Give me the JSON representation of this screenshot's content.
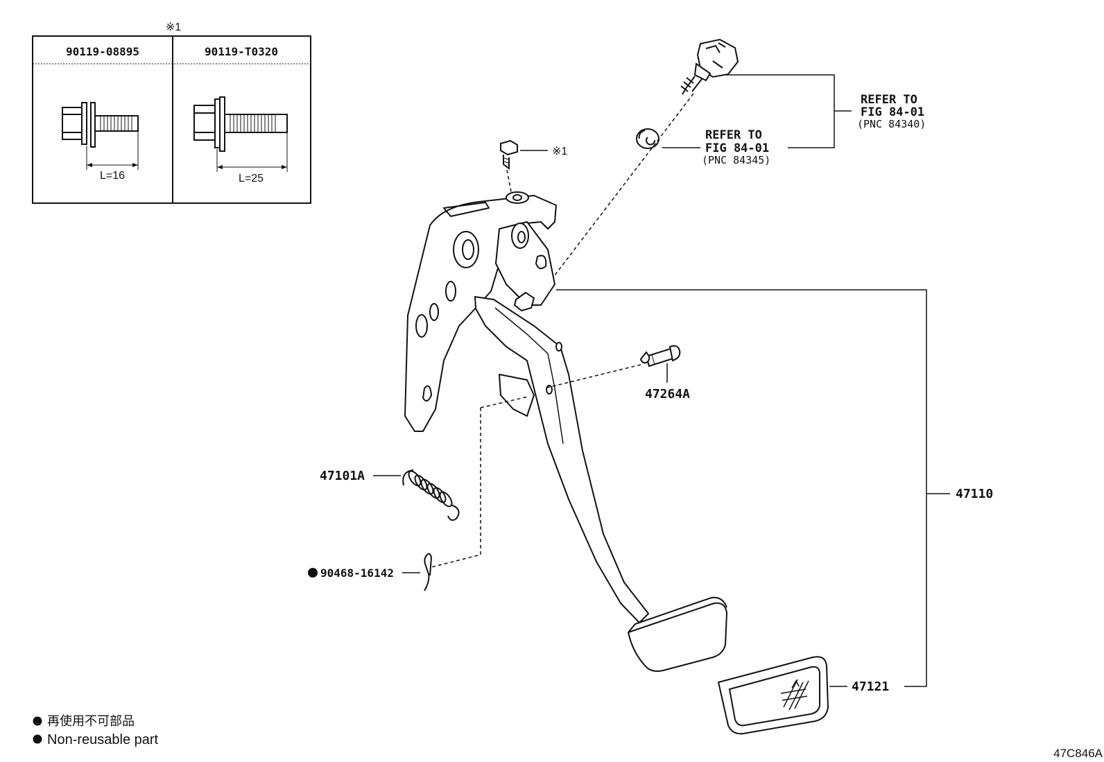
{
  "bolt_table": {
    "note_mark": "※1",
    "columns": [
      {
        "part_no": "90119-08895",
        "length_label": "L=16"
      },
      {
        "part_no": "90119-T0320",
        "length_label": "L=25"
      }
    ]
  },
  "callouts": {
    "bolt_ref": "※1",
    "switch_ref": {
      "line1": "REFER TO",
      "line2": "FIG 84-01",
      "line3": "(PNC 84340)"
    },
    "stopper_ref": {
      "line1": "REFER TO",
      "line2": "FIG 84-01",
      "line3": "(PNC 84345)"
    },
    "pin": "47264A",
    "spring": "47101A",
    "clip": "90468-16142",
    "pedal_assy": "47110",
    "pad": "47121"
  },
  "legend": {
    "line_ja": "再使用不可部品",
    "line_en": "Non-reusable part"
  },
  "figure_code": "47C846A"
}
